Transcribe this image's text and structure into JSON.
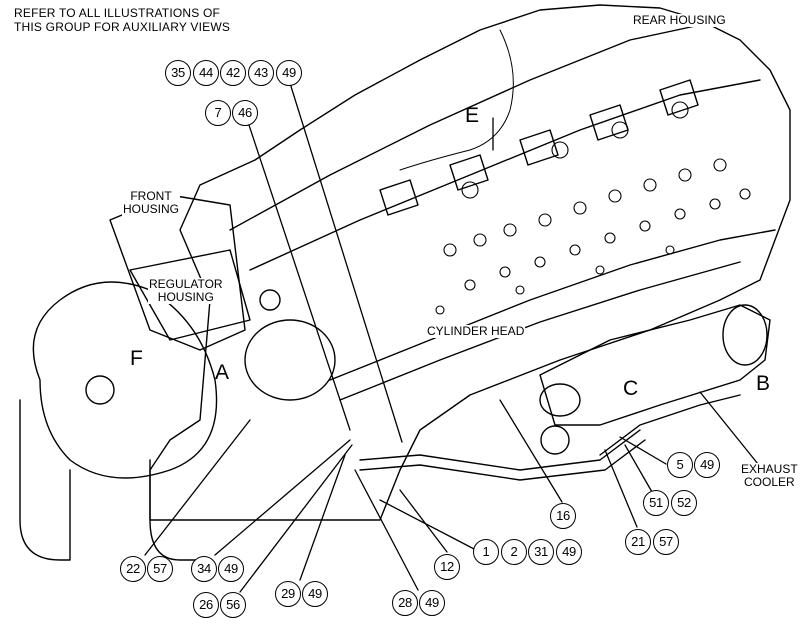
{
  "figure": {
    "note": "REFER TO ALL ILLUSTRATIONS OF\nTHIS GROUP FOR AUXILIARY VIEWS",
    "components": {
      "rear_housing": "REAR HOUSING",
      "front_housing": "FRONT\nHOUSING",
      "regulator_housing": "REGULATOR\nHOUSING",
      "cylinder_head": "CYLINDER HEAD",
      "exhaust_cooler": "EXHAUST\nCOOLER"
    },
    "view_letters": [
      "E",
      "F",
      "A",
      "C",
      "B"
    ],
    "callouts": [
      "35",
      "44",
      "42",
      "43",
      "49",
      "7",
      "46",
      "5",
      "49",
      "51",
      "52",
      "16",
      "21",
      "57",
      "1",
      "2",
      "31",
      "49",
      "12",
      "22",
      "57",
      "34",
      "49",
      "26",
      "56",
      "29",
      "49",
      "28",
      "49"
    ]
  }
}
